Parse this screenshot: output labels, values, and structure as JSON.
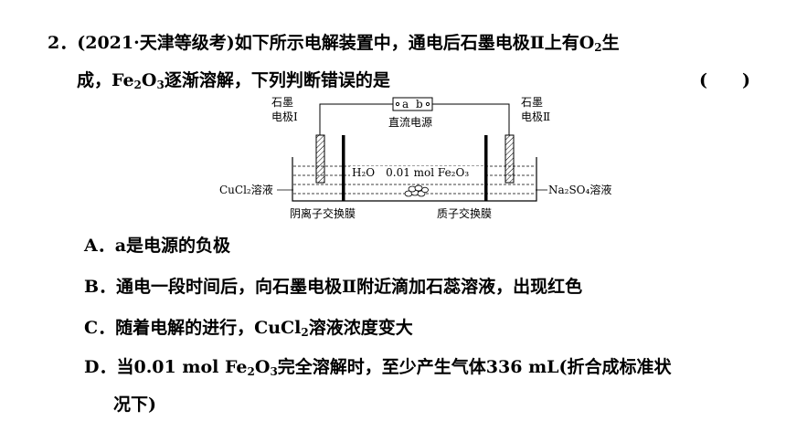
{
  "question": {
    "number": "2．",
    "source": "(2021·天津等级考)",
    "text1": "如下所示电解装置中，通电后石墨电极Ⅱ上有O",
    "text1_sub": "2",
    "text1_end": "生",
    "text2_a": "成，Fe",
    "text2_sub1": "2",
    "text2_b": "O",
    "text2_sub2": "3",
    "text2_c": "逐渐溶解，下列判断错误的是",
    "paren": "(　　)"
  },
  "diagram": {
    "left_electrode_label_1": "石墨",
    "left_electrode_label_2": "电极Ⅰ",
    "right_electrode_label_1": "石墨",
    "right_electrode_label_2": "电极Ⅱ",
    "power_a": "a",
    "power_b": "b",
    "power_label": "直流电源",
    "middle_solution": "H₂O　0.01 mol Fe₂O₃",
    "left_solution": "CuCl₂溶液",
    "right_solution": "Na₂SO₄溶液",
    "anion_membrane": "阴离子交换膜",
    "proton_membrane": "质子交换膜"
  },
  "options": {
    "A": "A．a是电源的负极",
    "B": "B．通电一段时间后，向石墨电极Ⅱ附近滴加石蕊溶液，出现红色",
    "C_a": "C．随着电解的进行，CuCl",
    "C_sub": "2",
    "C_b": "溶液浓度变大",
    "D_a": "D．当0.01 mol Fe",
    "D_sub1": "2",
    "D_b": "O",
    "D_sub2": "3",
    "D_c": "完全溶解时，至少产生气体336 mL(折合成标准状",
    "D_line2": "况下)"
  }
}
